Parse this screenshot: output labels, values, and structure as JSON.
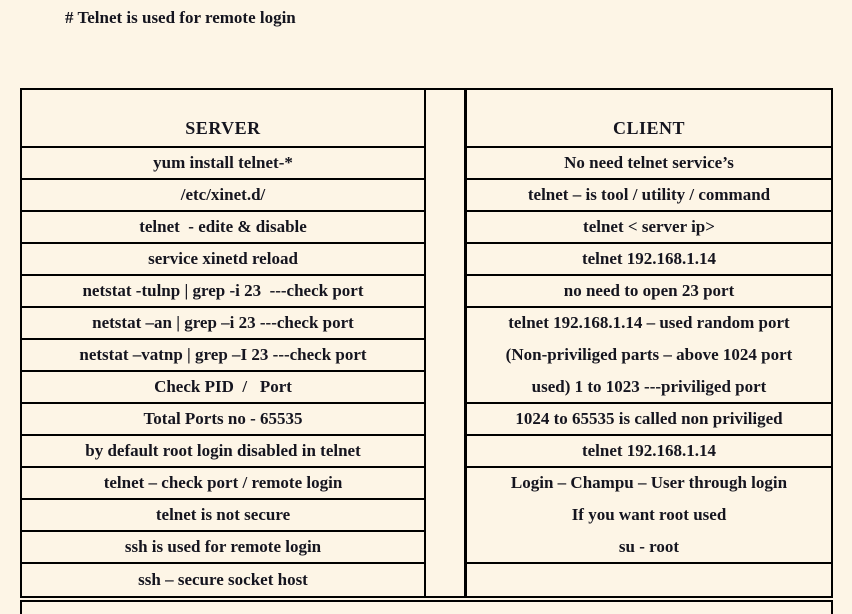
{
  "page": {
    "title": "# Telnet is used for remote login",
    "background_color": "#fdf5e6",
    "text_color": "#15151f",
    "border_color": "#000000"
  },
  "table": {
    "server": {
      "header": "SERVER",
      "rows": [
        "yum install telnet-*",
        "/etc/xinet.d/",
        "telnet  - edite & disable",
        "service xinetd reload",
        "netstat -tulnp | grep -i 23  ---check port",
        "netstat –an | grep –i 23 ---check port",
        "netstat –vatnp | grep –I 23 ---check port",
        "Check PID  /   Port",
        "Total Ports no - 65535",
        "by default root login disabled in telnet",
        "telnet – check port / remote login",
        "telnet is not secure",
        "ssh is used for remote login",
        "ssh – secure socket host"
      ]
    },
    "client": {
      "header": "CLIENT",
      "rows": [
        {
          "text": "No need telnet service’s",
          "lines": 1
        },
        {
          "text": "telnet – is tool / utility / command",
          "lines": 1
        },
        {
          "text": "telnet < server ip>",
          "lines": 1
        },
        {
          "text": "telnet 192.168.1.14",
          "lines": 1
        },
        {
          "text": "no need to open 23 port",
          "lines": 1
        },
        {
          "text": "telnet 192.168.1.14 – used random port\n(Non-priviliged parts – above 1024 port\nused) 1 to 1023 ---priviliged port",
          "lines": 3
        },
        {
          "text": "1024 to 65535 is called non priviliged",
          "lines": 1
        },
        {
          "text": "telnet 192.168.1.14",
          "lines": 1
        },
        {
          "text": "Login – Champu – User through login\nIf you want root used\nsu - root",
          "lines": 3
        },
        {
          "text": "",
          "lines": 1
        }
      ]
    }
  }
}
